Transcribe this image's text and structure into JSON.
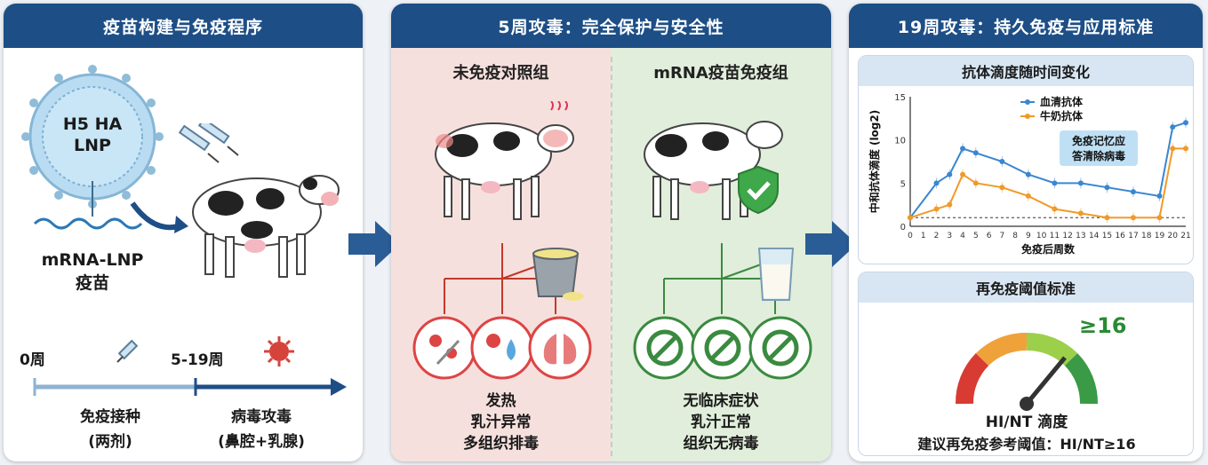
{
  "panel1": {
    "title": "疫苗构建与免疫程序",
    "lnp_label": "H5 HA\nLNP",
    "vaccine_label": "mRNA-LNP\n疫苗",
    "timeline": {
      "start": "0周",
      "mid": "5-19周",
      "phase1": "免疫接种",
      "phase1_sub": "(两剂)",
      "phase2": "病毒攻毒",
      "phase2_sub": "(鼻腔+乳腺)"
    }
  },
  "panel2": {
    "title": "5周攻毒：完全保护与安全性",
    "control_title": "未免疫对照组",
    "vaccine_title": "mRNA疫苗免疫组",
    "control_outcomes": [
      "发热",
      "乳汁异常",
      "多组织排毒"
    ],
    "vaccine_outcomes": [
      "无临床症状",
      "乳汁正常",
      "组织无病毒"
    ]
  },
  "panel3": {
    "title": "19周攻毒：持久免疫与应用标准",
    "chart_title": "抗体滴度随时间变化",
    "callout": "免疫记忆应\n答清除病毒",
    "threshold_title": "再免疫阈值标准",
    "gauge_value": "≥16",
    "gauge_label": "HI/NT 滴度",
    "recommend": "建议再免疫参考阈值：HI/NT≥16"
  },
  "colors": {
    "header": "#1d4e86",
    "serum": "#3a86d1",
    "milk": "#f09a2a",
    "red_bg": "#f6e0dd",
    "green_bg": "#e1eedb"
  },
  "chart_data": {
    "type": "line",
    "xlabel": "免疫后周数",
    "ylabel": "中和抗体滴度 (log2)",
    "x": [
      0,
      1,
      2,
      3,
      4,
      5,
      6,
      7,
      8,
      9,
      10,
      11,
      12,
      13,
      14,
      15,
      16,
      17,
      18,
      19,
      20,
      21
    ],
    "x_tick_labels": [
      "0",
      "1",
      "2",
      "3",
      "4",
      "5",
      "6",
      "7",
      "8",
      "9",
      "10",
      "11",
      "12",
      "13",
      "14",
      "15",
      "16",
      "17",
      "18",
      "19",
      "20",
      "21"
    ],
    "y_ticks": [
      0,
      5,
      10,
      15
    ],
    "ylim": [
      0,
      15
    ],
    "series": [
      {
        "name": "血清抗体",
        "x": [
          0,
          2,
          3,
          4,
          5,
          7,
          9,
          11,
          13,
          15,
          17,
          19,
          20,
          21
        ],
        "y": [
          1,
          5,
          6,
          9,
          8.5,
          7.5,
          6,
          5,
          5,
          4.5,
          4,
          3.5,
          11.5,
          12
        ]
      },
      {
        "name": "牛奶抗体",
        "x": [
          0,
          2,
          3,
          4,
          5,
          7,
          9,
          11,
          13,
          15,
          17,
          19,
          20,
          21
        ],
        "y": [
          1,
          2,
          2.5,
          6,
          5,
          4.5,
          3.5,
          2,
          1.5,
          1,
          1,
          1,
          9,
          9
        ]
      }
    ],
    "baseline": 1
  }
}
